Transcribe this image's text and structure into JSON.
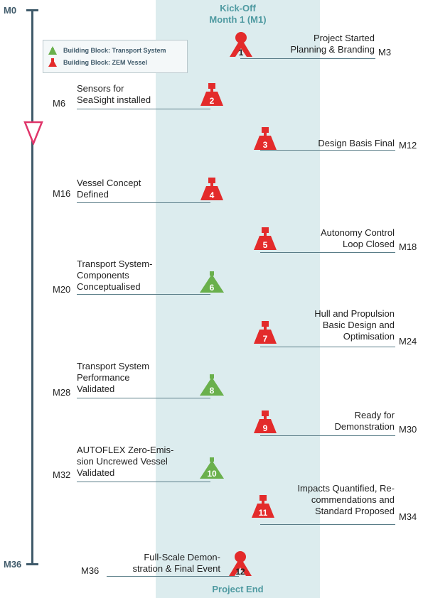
{
  "band": {
    "top_label": "Kick-Off\nMonth 1 (M1)",
    "bottom_label": "Project End"
  },
  "axis": {
    "start": "M0",
    "end": "M36"
  },
  "legend": [
    {
      "label": "Building Block: Transport System",
      "color": "#6ab04c",
      "icon": "transport-system-icon"
    },
    {
      "label": "Building Block: ZEM Vessel",
      "color": "#e32b2b",
      "icon": "zem-vessel-icon"
    }
  ],
  "milestones": [
    {
      "num": "1",
      "text": "Project Started\nPlanning & Branding",
      "month": "M3",
      "type": "zem",
      "shape": "pin"
    },
    {
      "num": "2",
      "text": "Sensors for\nSeaSight installed",
      "month": "M6",
      "type": "zem",
      "shape": "vessel"
    },
    {
      "num": "3",
      "text": "Design Basis Final",
      "month": "M12",
      "type": "zem",
      "shape": "vessel"
    },
    {
      "num": "4",
      "text": "Vessel Concept\nDefined",
      "month": "M16",
      "type": "zem",
      "shape": "vessel"
    },
    {
      "num": "5",
      "text": "Autonomy Control\nLoop Closed",
      "month": "M18",
      "type": "zem",
      "shape": "vessel"
    },
    {
      "num": "6",
      "text": "Transport System-\nComponents\nConceptualised",
      "month": "M20",
      "type": "transport",
      "shape": "vessel"
    },
    {
      "num": "7",
      "text": "Hull and Propulsion\nBasic Design and\nOptimisation",
      "month": "M24",
      "type": "zem",
      "shape": "vessel"
    },
    {
      "num": "8",
      "text": "Transport System\nPerformance\nValidated",
      "month": "M28",
      "type": "transport",
      "shape": "vessel"
    },
    {
      "num": "9",
      "text": "Ready for\nDemonstration",
      "month": "M30",
      "type": "zem",
      "shape": "vessel"
    },
    {
      "num": "10",
      "text": "AUTOFLEX Zero-Emis-\nsion Uncrewed Vessel\nValidated",
      "month": "M32",
      "type": "transport",
      "shape": "vessel"
    },
    {
      "num": "11",
      "text": "Impacts Quantified, Re-\ncommendations and\nStandard Proposed",
      "month": "M34",
      "type": "zem",
      "shape": "vessel"
    },
    {
      "num": "12",
      "text": "Full-Scale Demon-\nstration & Final Event",
      "month": "M36",
      "type": "zem",
      "shape": "pin"
    }
  ],
  "colors": {
    "zem": "#e32b2b",
    "transport": "#6ab04c",
    "axis": "#3f5a6a",
    "band": "#dcecee",
    "marker": "#e0356a"
  }
}
